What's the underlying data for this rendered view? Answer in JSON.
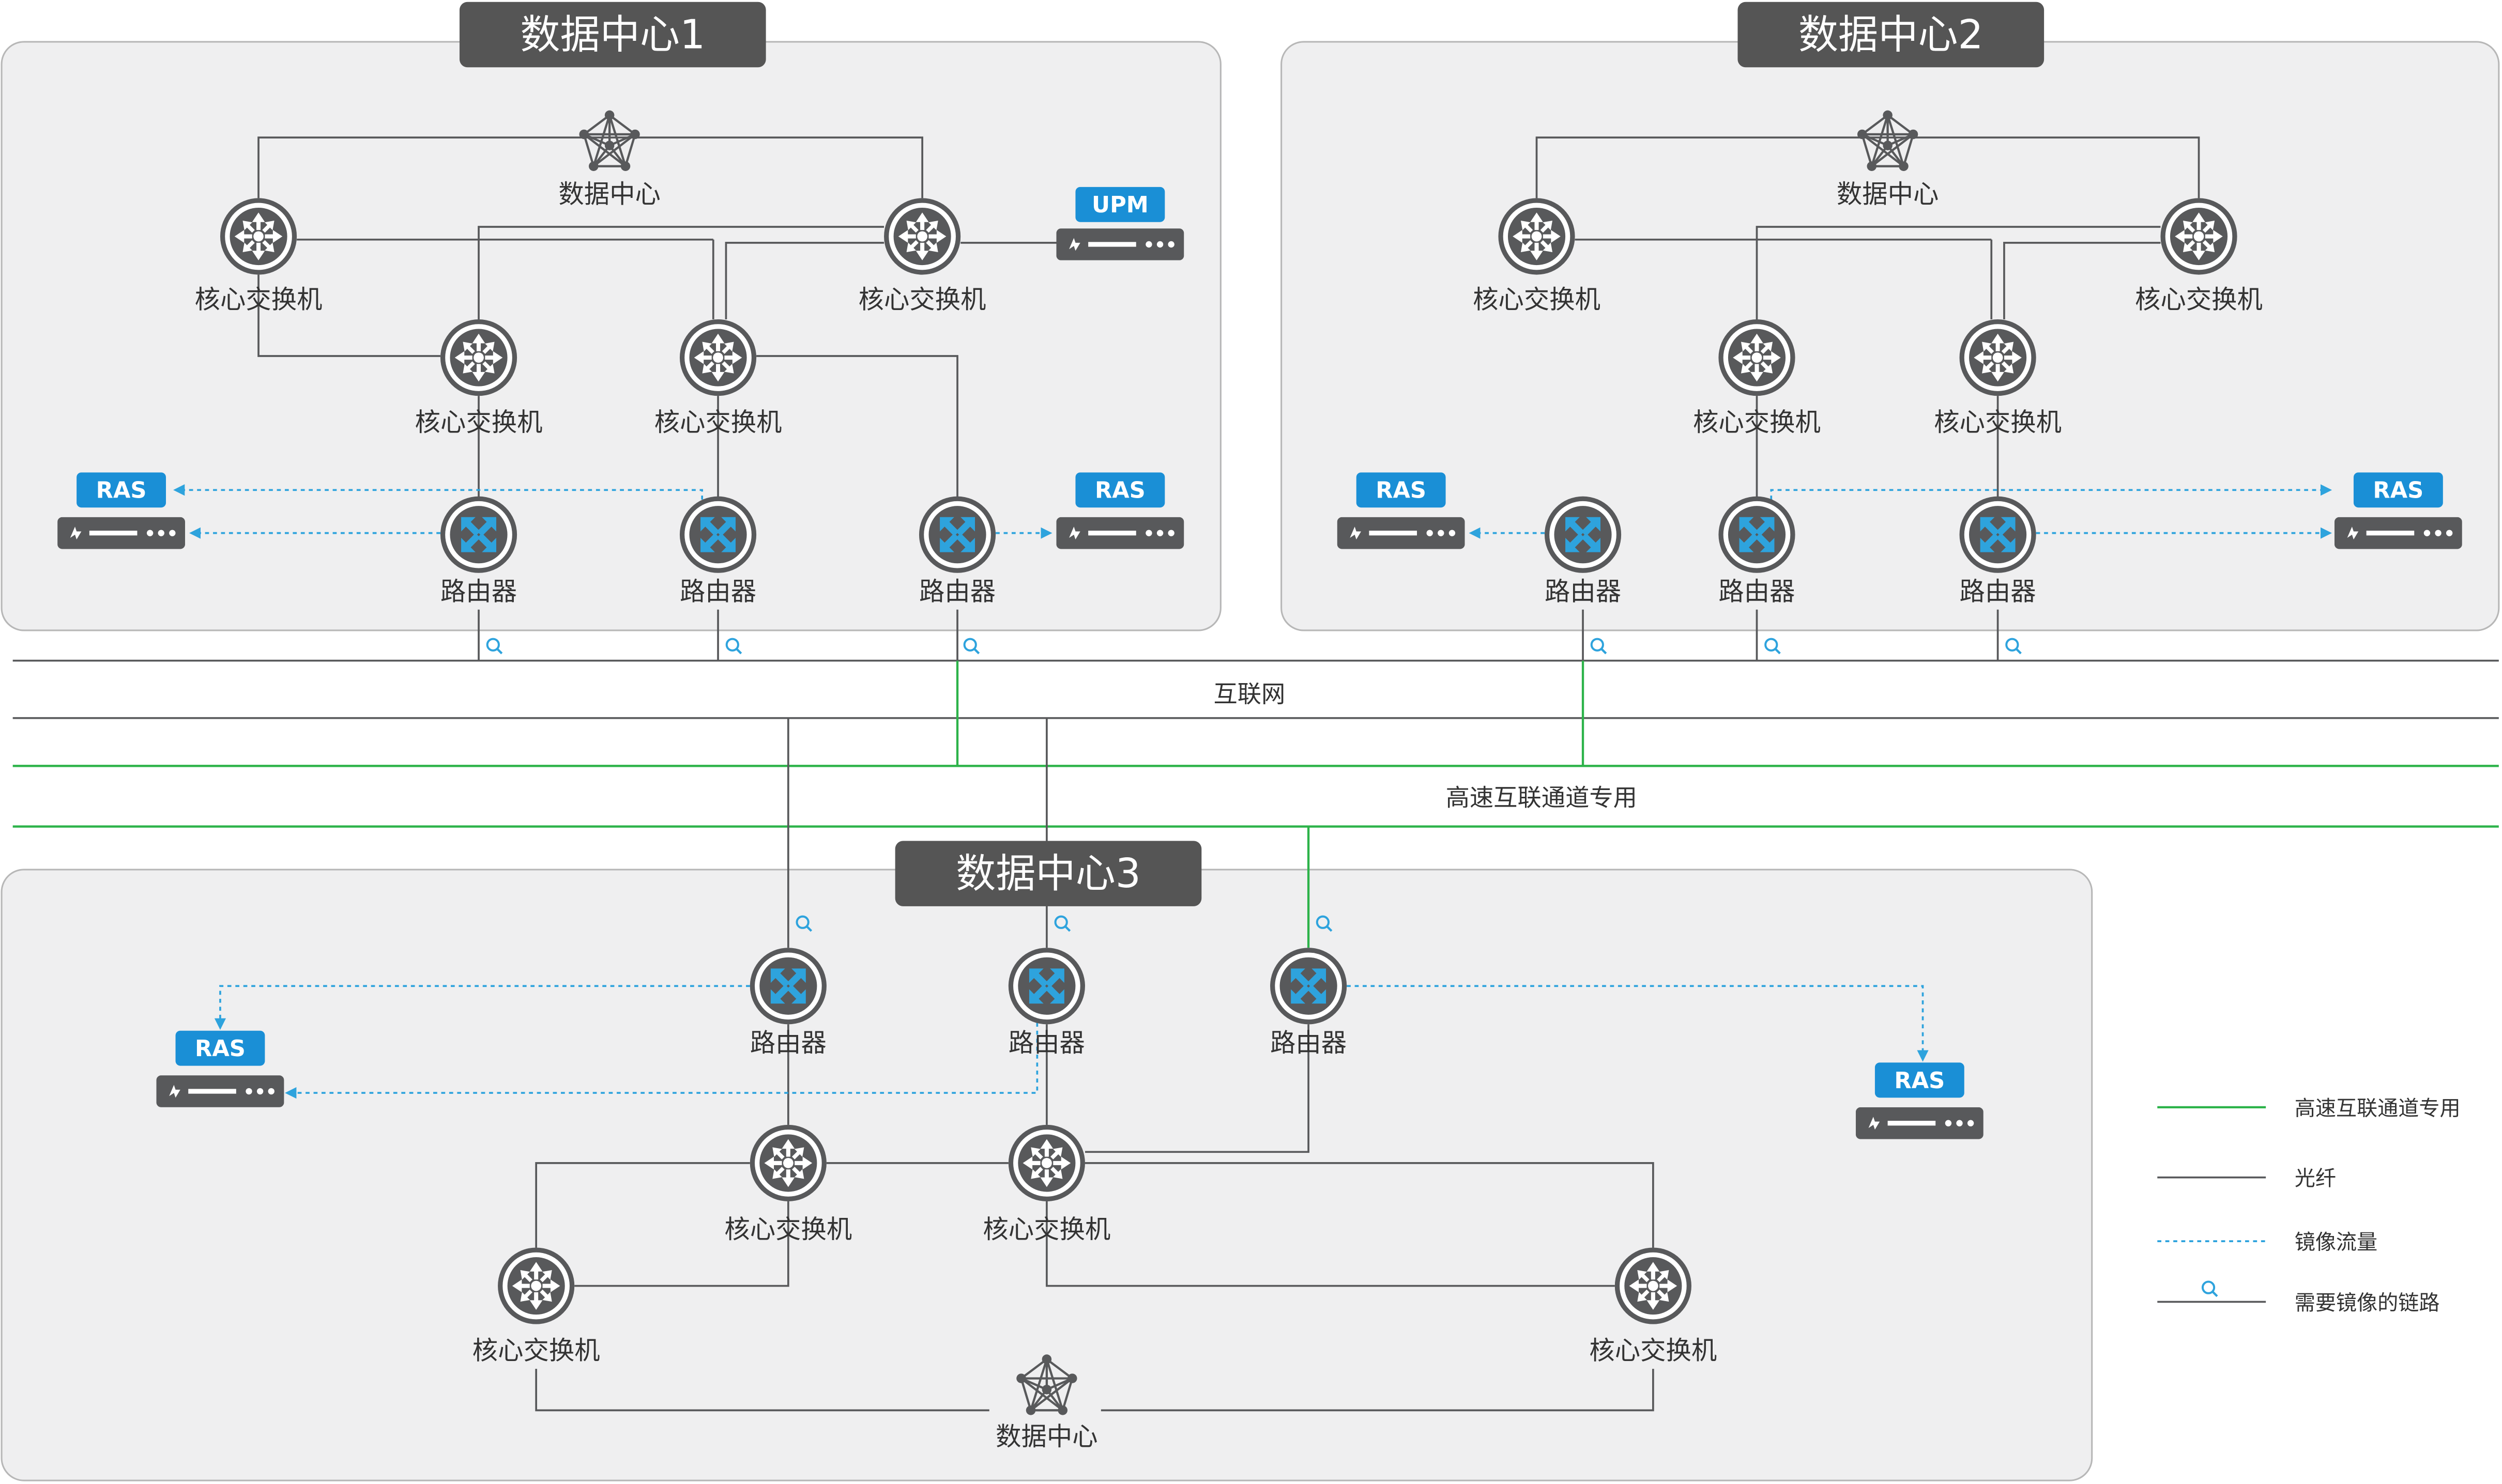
{
  "datacenters": {
    "dc1": {
      "title": "数据中心1"
    },
    "dc2": {
      "title": "数据中心2"
    },
    "dc3": {
      "title": "数据中心3"
    }
  },
  "labels": {
    "datacenter": "数据中心",
    "core_switch": "核心交换机",
    "router": "路由器",
    "ras": "RAS",
    "upm": "UPM"
  },
  "networks": {
    "internet": "互联网",
    "highspeed": "高速互联通道专用"
  },
  "legend": {
    "items": [
      {
        "label": "高速互联通道专用",
        "style": "green-solid"
      },
      {
        "label": "光纤",
        "style": "gray-solid"
      },
      {
        "label": "镜像流量",
        "style": "blue-dotted"
      },
      {
        "label": "需要镜像的链路",
        "style": "line-with-magnifier"
      }
    ]
  },
  "colors": {
    "panel_bg": "#efeff0",
    "panel_border": "#b7b7b7",
    "title_bg": "#555555",
    "device": "#58595b",
    "accent_blue": "#1a8fd6",
    "green": "#2db34a",
    "line_gray": "#58595b"
  }
}
